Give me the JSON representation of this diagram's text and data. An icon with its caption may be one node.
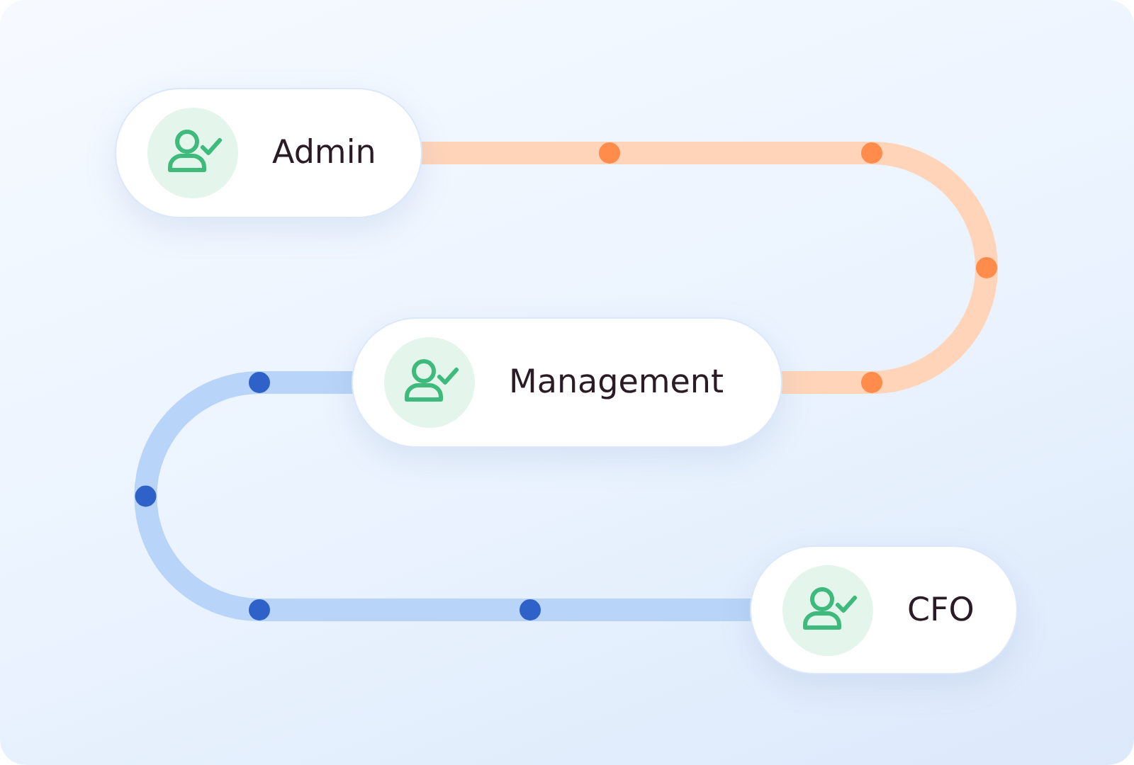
{
  "diagram": {
    "nodes": [
      {
        "text": [
          "Admin"
        ]
      },
      {
        "text": [
          "Management"
        ]
      },
      {
        "text": [
          "CFO"
        ]
      }
    ],
    "edges": [
      {
        "from": 0,
        "to": 1,
        "arrow": "none",
        "color": "#ffd4b8"
      },
      {
        "from": 1,
        "to": 2,
        "arrow": "none",
        "color": "#b8d4f8"
      }
    ]
  }
}
